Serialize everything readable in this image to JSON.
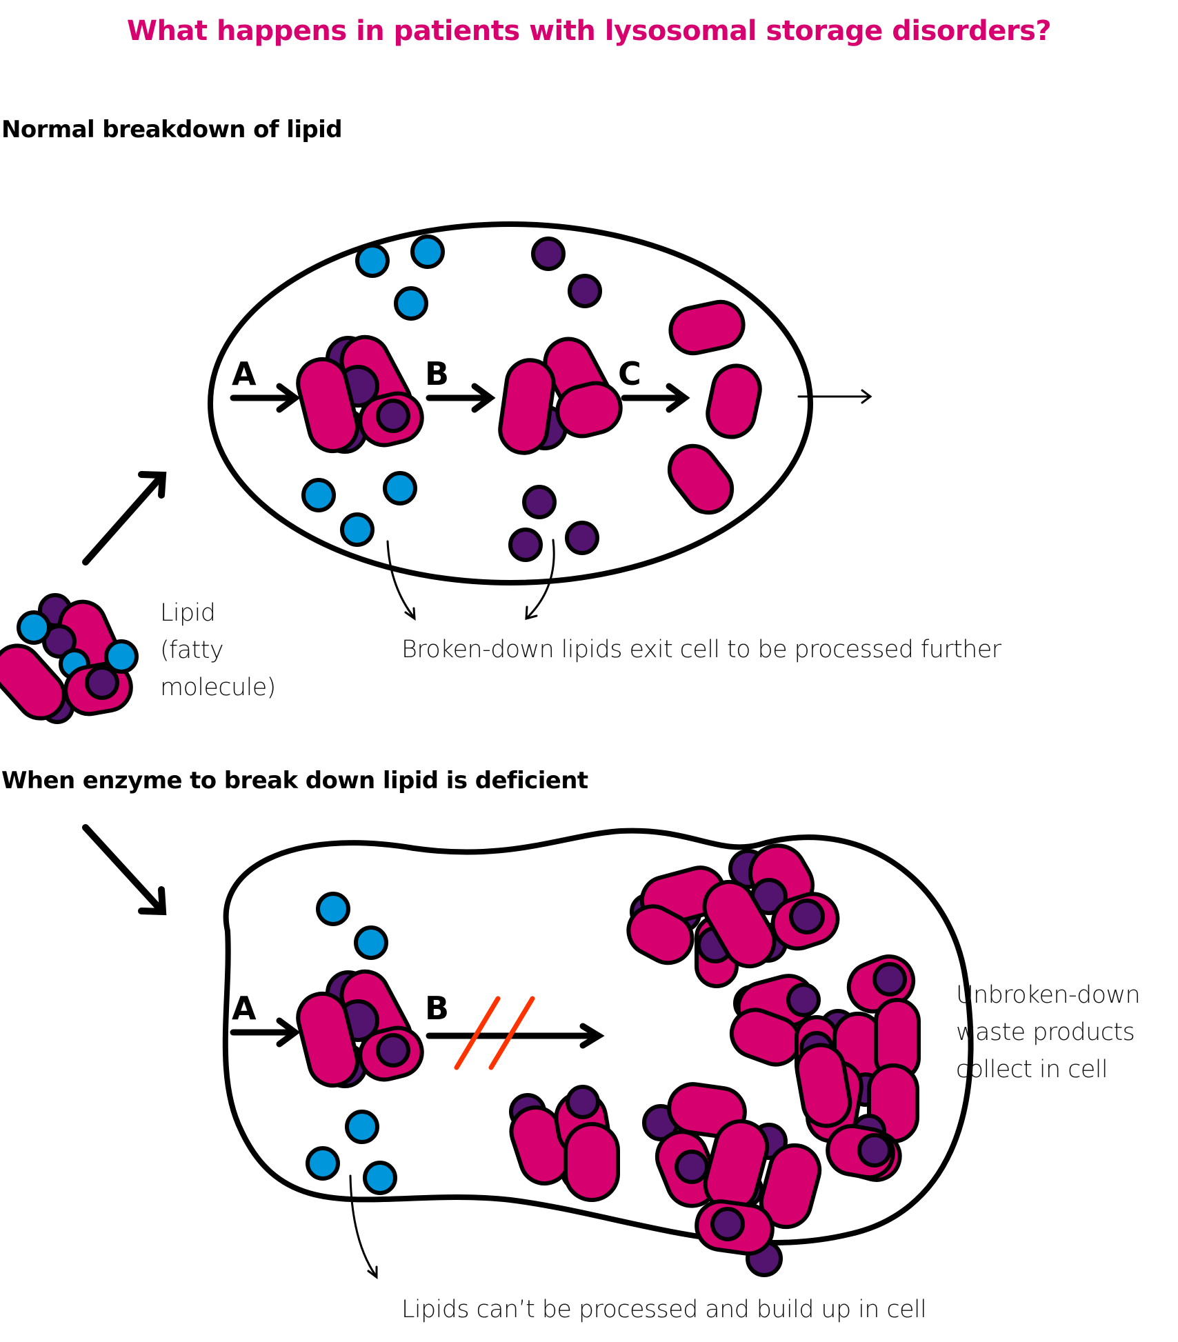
{
  "title": "What happens in patients with lysosomal storage disorders?",
  "colors": {
    "title": "#d6006e",
    "enzyme_pink": "#d6006e",
    "purple": "#52146e",
    "blue": "#0096dc",
    "block_red": "#ff3300",
    "outline": "#000000"
  },
  "sections": {
    "normal": {
      "heading": "Normal breakdown of lipid",
      "steps": [
        "A",
        "B",
        "C"
      ],
      "caption": "Broken-down lipids exit cell to be processed further"
    },
    "deficient": {
      "heading": "When enzyme to break down lipid is deficient",
      "steps": [
        "A",
        "B"
      ],
      "blocked_step": "B",
      "caption_bottom": "Lipids can’t be processed and build up in cell",
      "caption_side": [
        "Unbroken-down",
        "waste products",
        "collect in cell"
      ]
    }
  },
  "lipid_label": [
    "Lipid",
    "(fatty",
    "molecule)"
  ]
}
